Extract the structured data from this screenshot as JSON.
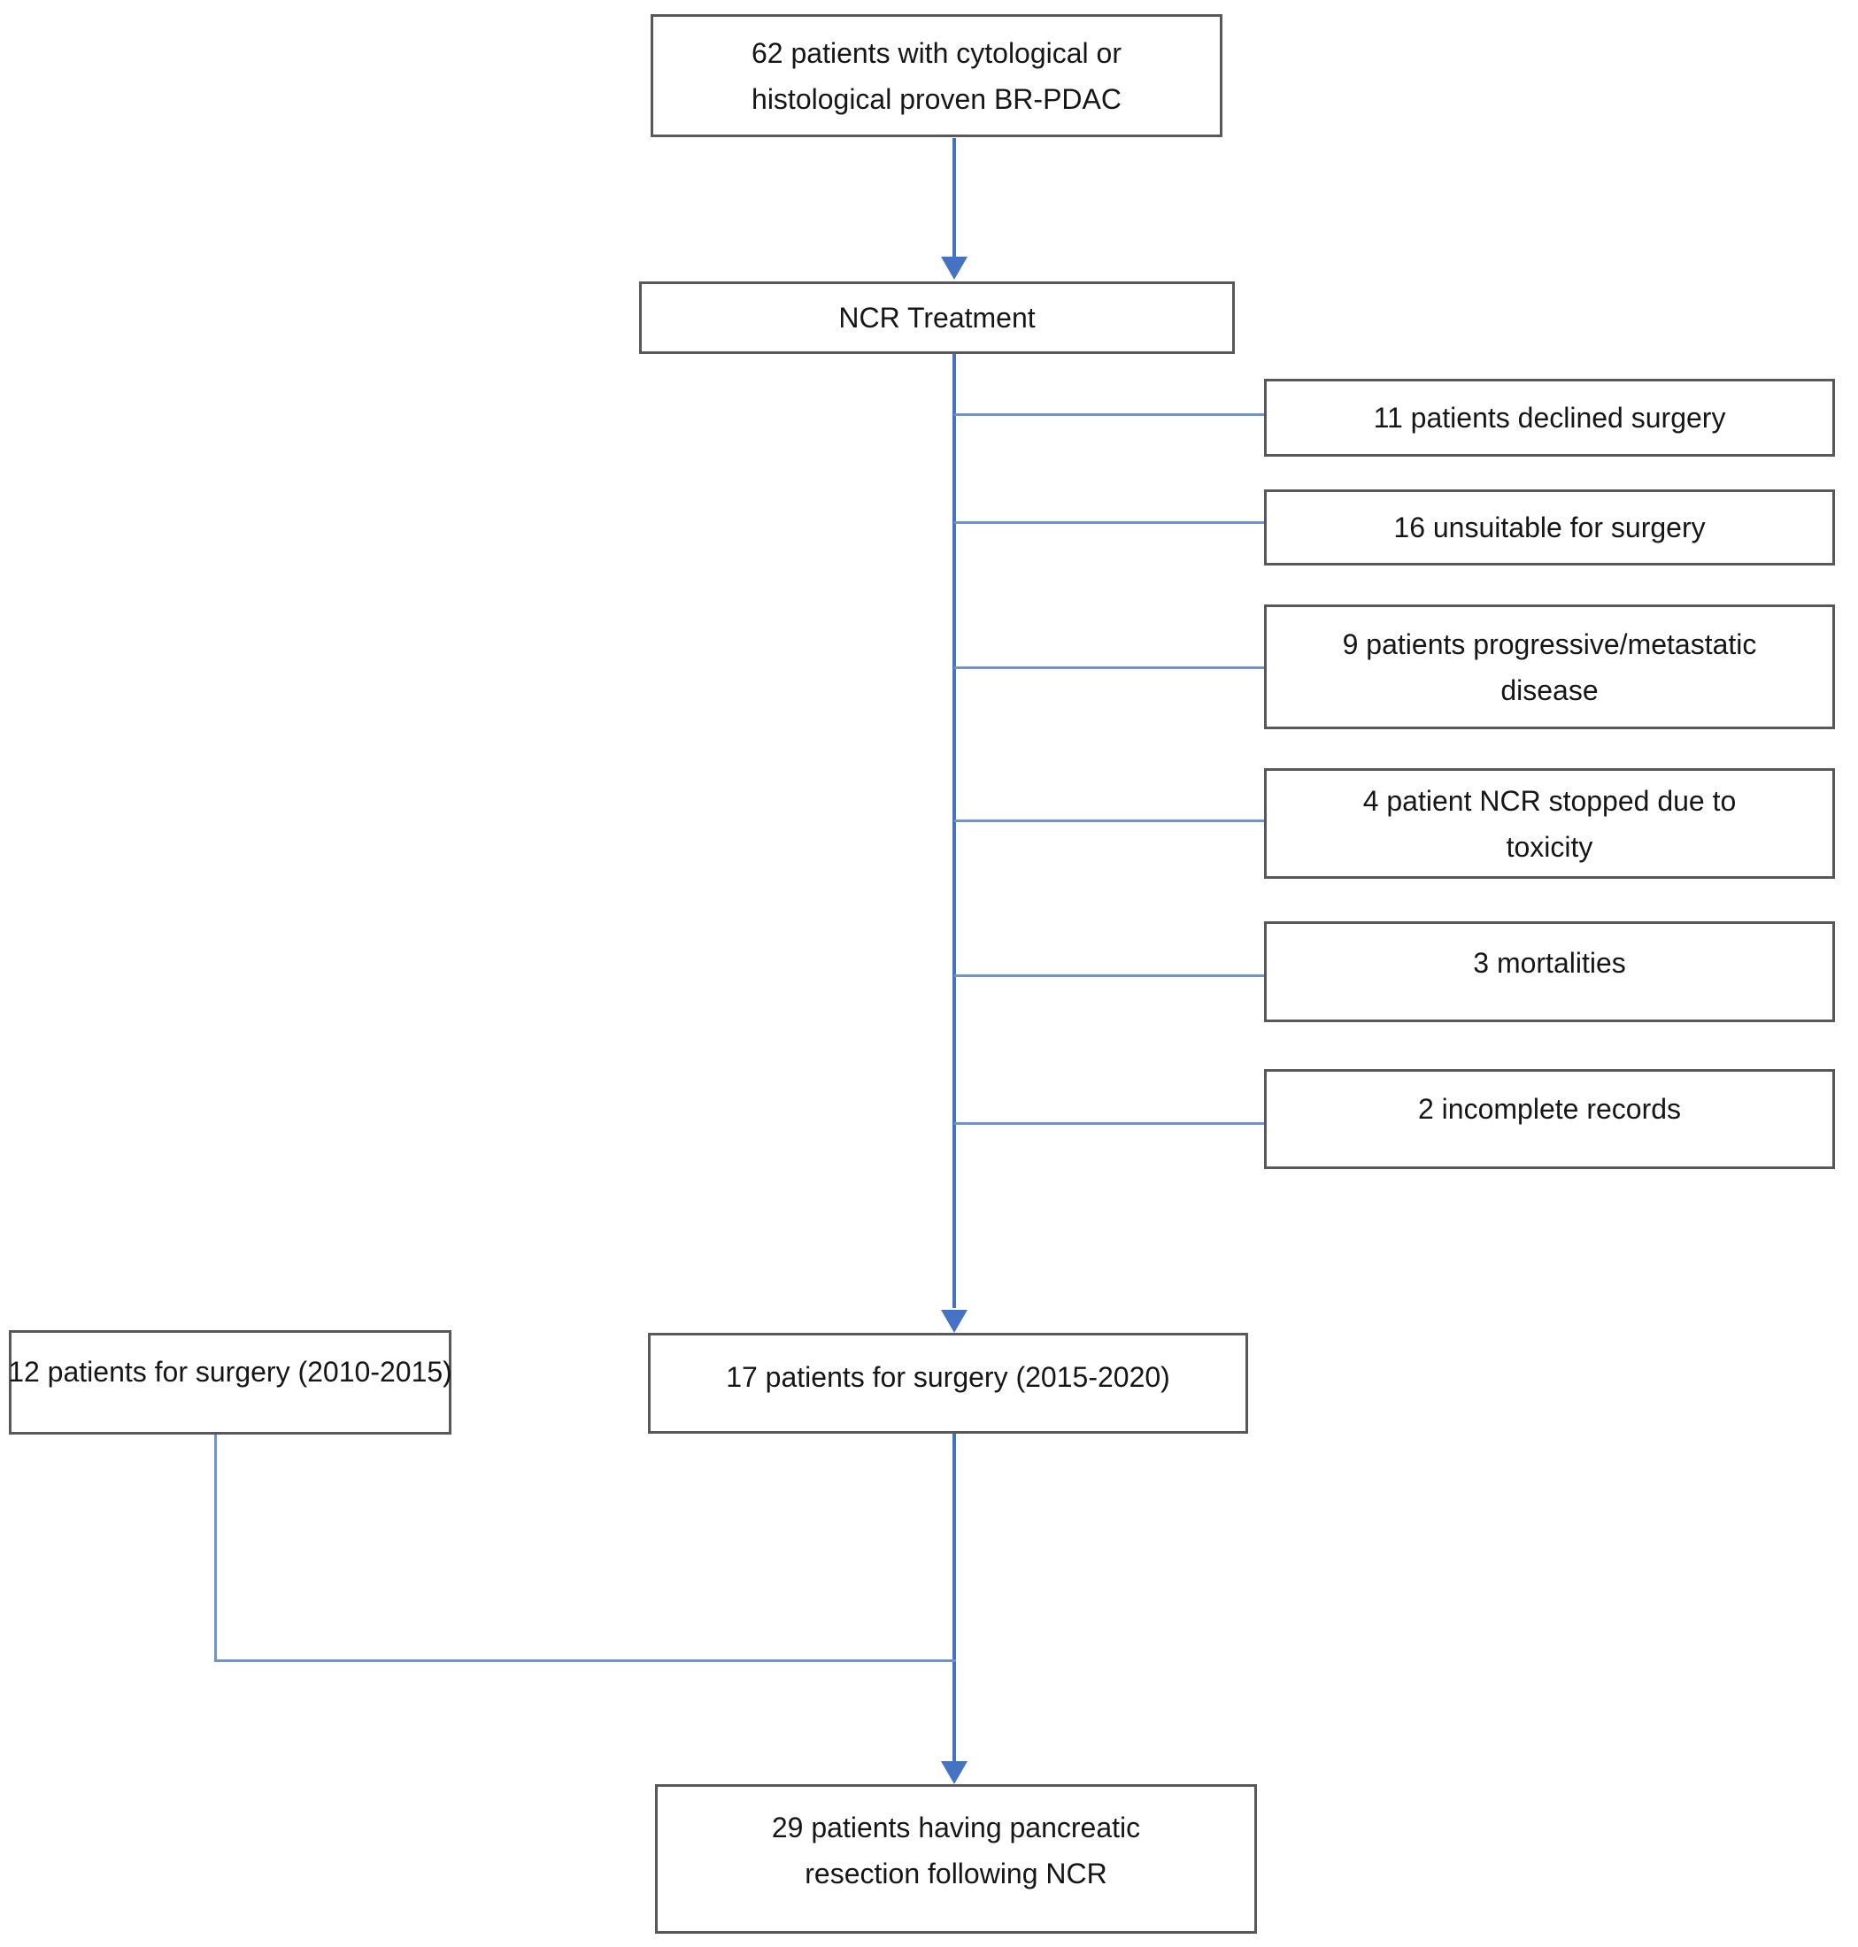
{
  "diagram_type": "flowchart",
  "colors": {
    "line": "#4472c4",
    "stub": "#7191cf",
    "border": "#57585a",
    "ink": "#161616",
    "bg": "#ffffff"
  },
  "nodes": {
    "enrolled": {
      "label": "62 patients with cytological or histological proven BR-PDAC"
    },
    "treatment": {
      "label": "NCR Treatment"
    },
    "declined": {
      "label": "11 patients declined surgery"
    },
    "unsuitable": {
      "label": "16 unsuitable for surgery"
    },
    "progressive": {
      "label": "9 patients progressive/metastatic disease"
    },
    "toxicity": {
      "label": "4 patient NCR stopped due to toxicity"
    },
    "mortalities": {
      "label": "3 mortalities"
    },
    "incomplete": {
      "label": "2 incomplete records"
    },
    "surgery_2010_2015": {
      "label": "12 patients for surgery (2010-2015)"
    },
    "surgery_2015_2020": {
      "label": "17 patients for surgery (2015-2020)"
    },
    "resection": {
      "label": "29 patients having pancreatic resection following NCR"
    }
  },
  "edges": [
    {
      "from": "enrolled",
      "to": "treatment",
      "type": "arrow"
    },
    {
      "from": "treatment",
      "to": "declined",
      "type": "branch"
    },
    {
      "from": "treatment",
      "to": "unsuitable",
      "type": "branch"
    },
    {
      "from": "treatment",
      "to": "progressive",
      "type": "branch"
    },
    {
      "from": "treatment",
      "to": "toxicity",
      "type": "branch"
    },
    {
      "from": "treatment",
      "to": "mortalities",
      "type": "branch"
    },
    {
      "from": "treatment",
      "to": "incomplete",
      "type": "branch"
    },
    {
      "from": "treatment",
      "to": "surgery_2015_2020",
      "type": "arrow"
    },
    {
      "from": "surgery_2015_2020",
      "to": "resection",
      "type": "arrow"
    },
    {
      "from": "surgery_2010_2015",
      "to": "resection",
      "type": "elbow"
    }
  ]
}
